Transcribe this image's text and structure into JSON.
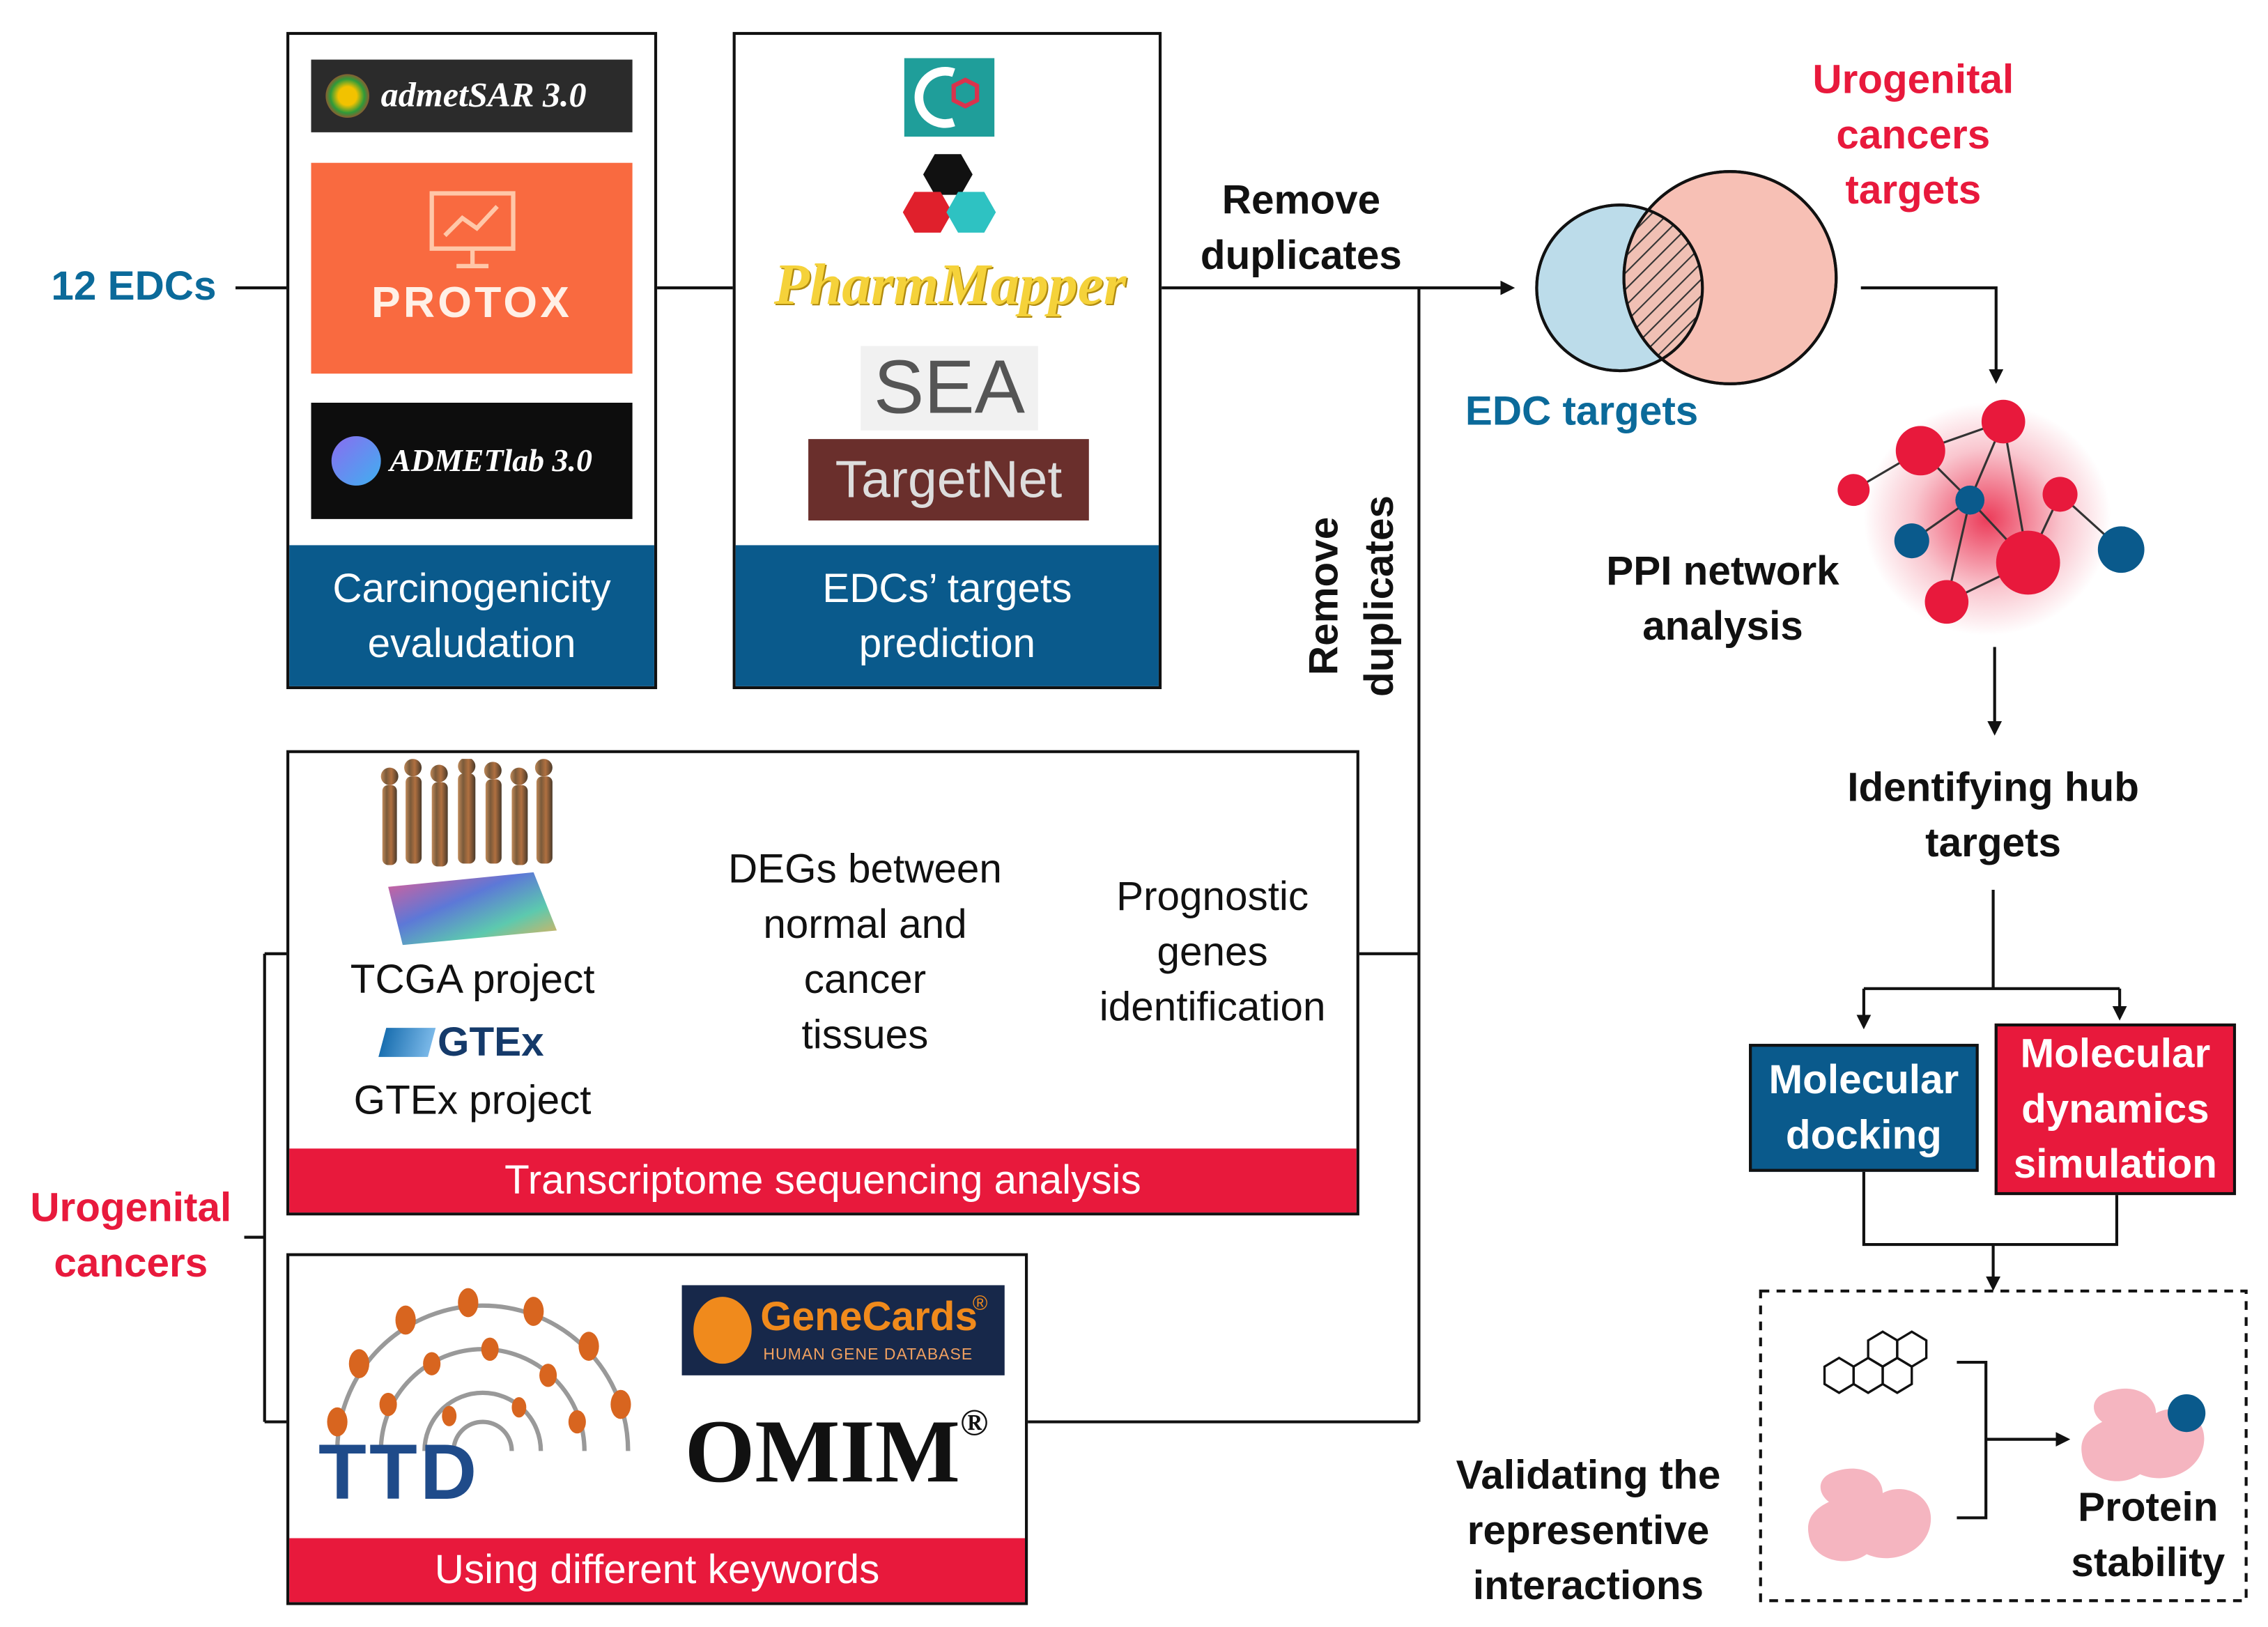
{
  "input_label": "12 EDCs",
  "carcinogenicity": {
    "tools": [
      "admetSAR 3.0",
      "PROTOX",
      "ADMETlab 3.0"
    ],
    "label_line1": "Carcinogenicity",
    "label_line2": "evaludation"
  },
  "prediction": {
    "tools": [
      "PharmMapper",
      "SEA",
      "TargetNet"
    ],
    "label_line1": "EDCs’ targets",
    "label_line2": "prediction"
  },
  "remove_duplicates_h": {
    "line1": "Remove",
    "line2": "duplicates"
  },
  "remove_duplicates_v": {
    "line1": "Remove",
    "line2": "duplicates"
  },
  "venn": {
    "top_label": [
      "Urogenital",
      "cancers",
      "targets"
    ],
    "bottom_label": "EDC targets"
  },
  "ppi": {
    "line1": "PPI network",
    "line2": "analysis"
  },
  "hub": {
    "line1": "Identifying hub",
    "line2": "targets"
  },
  "docking": {
    "line1": "Molecular",
    "line2": "docking"
  },
  "dynamics": {
    "line1": "Molecular",
    "line2": "dynamics",
    "line3": "simulation"
  },
  "validation": {
    "label": [
      "Validating the",
      "representive",
      "interactions"
    ],
    "protein": [
      "Protein",
      "stability"
    ]
  },
  "transcriptome": {
    "tcga_label": "TCGA project",
    "gtex_logo": "GTEx",
    "gtex_label": "GTEx project",
    "degs": [
      "DEGs between",
      "normal and",
      "cancer",
      "tissues"
    ],
    "prognostic": [
      "Prognostic",
      "genes",
      "identification"
    ],
    "band": "Transcriptome sequencing analysis"
  },
  "urogenital_label": [
    "Urogenital",
    "cancers"
  ],
  "keywords": {
    "ttd": "TTD",
    "genecards": "GeneCards",
    "genecards_reg": "®",
    "genecards_sub": "HUMAN GENE DATABASE",
    "omim": "OMIM",
    "omim_reg": "®",
    "band": "Using different keywords"
  },
  "colors": {
    "red": "#e8193c",
    "blue": "#0a5a8c",
    "venn_blue": "#bcdcea",
    "venn_pink": "#f7c0b5"
  }
}
